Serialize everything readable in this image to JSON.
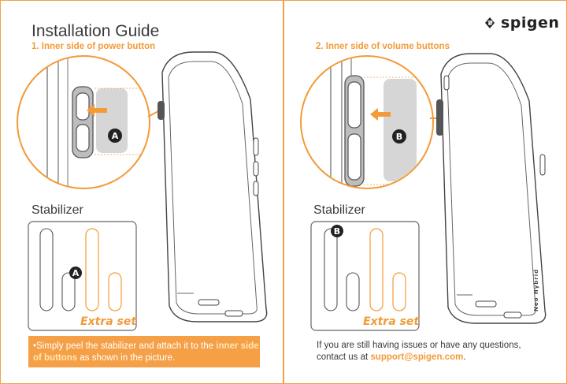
{
  "brand": {
    "name": "spigen"
  },
  "title": "Installation Guide",
  "step1": {
    "label": "1. Inner side of power button",
    "badge": "A"
  },
  "step2": {
    "label": "2. Inner side of volume buttons",
    "badge": "B"
  },
  "stabilizer_heading": "Stabilizer",
  "extra_set": "Extra set",
  "case_text": "Neo Hybrid",
  "instruction": {
    "prefix": "•Simply peel the stabilizer and attach it to the ",
    "highlight": "inner side of buttons",
    "suffix": " as shown in the picture."
  },
  "help": {
    "line1": "If you are still having issues or have any questions,",
    "line2_prefix": "contact us at ",
    "email": "support@spigen.com",
    "line2_suffix": "."
  },
  "colors": {
    "accent": "#f29b38",
    "border": "#f0a24a",
    "text": "#3a3a3a"
  }
}
